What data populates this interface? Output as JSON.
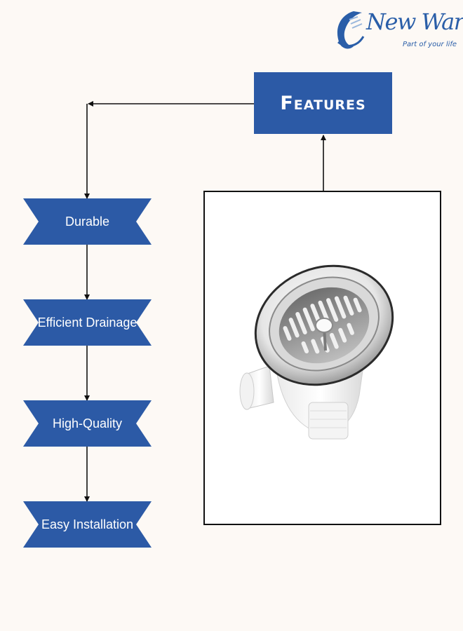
{
  "logo": {
    "brand": "New Ware",
    "tagline": "Part of your life",
    "icon": "droplet-swirl-logo-icon"
  },
  "title": "Features",
  "features": [
    {
      "label": "Durable"
    },
    {
      "label": "Efficient Drainage"
    },
    {
      "label": "High-Quality"
    },
    {
      "label": "Easy Installation"
    }
  ],
  "product_image": {
    "icon": "sink-strainer-icon"
  },
  "colors": {
    "accent": "#2c5aa6",
    "background": "#fdf9f5",
    "text_on_accent": "#ffffff",
    "line": "#111111"
  }
}
